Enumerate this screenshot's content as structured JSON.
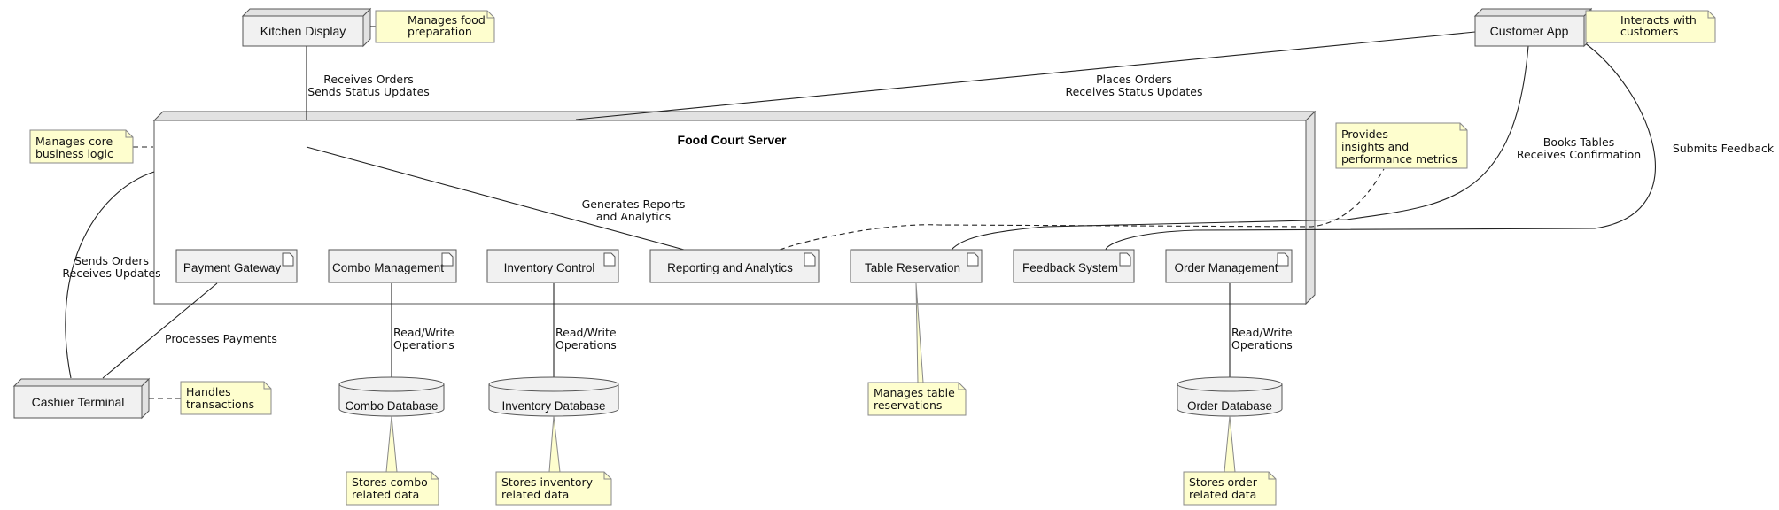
{
  "server": {
    "title": "Food Court Server"
  },
  "nodes": {
    "kitchen_display": "Kitchen Display",
    "customer_app": "Customer App",
    "cashier_terminal": "Cashier Terminal"
  },
  "components": {
    "payment_gateway": "Payment Gateway",
    "combo_management": "Combo Management",
    "inventory_control": "Inventory Control",
    "reporting_analytics": "Reporting and Analytics",
    "table_reservation": "Table Reservation",
    "feedback_system": "Feedback System",
    "order_management": "Order Management"
  },
  "databases": {
    "combo_db": "Combo Database",
    "inventory_db": "Inventory Database",
    "order_db": "Order Database"
  },
  "notes": {
    "kitchen": [
      "Manages food",
      "preparation"
    ],
    "customer": [
      "Interacts with",
      "customers"
    ],
    "server": [
      "Manages core",
      "business logic"
    ],
    "reporting": [
      "Provides",
      "insights and",
      "performance metrics"
    ],
    "cashier": [
      "Handles",
      "transactions"
    ],
    "table": [
      "Manages table",
      "reservations"
    ],
    "combo_db": [
      "Stores combo",
      "related data"
    ],
    "inventory_db": [
      "Stores inventory",
      "related data"
    ],
    "order_db": [
      "Stores order",
      "related data"
    ]
  },
  "edges": {
    "kitchen": [
      "Receives Orders",
      "Sends Status Updates"
    ],
    "customer_orders": [
      "Places Orders",
      "Receives Status Updates"
    ],
    "reports": [
      "Generates Reports",
      "and Analytics"
    ],
    "tables": [
      "Books Tables",
      "Receives Confirmation"
    ],
    "feedback": [
      "Submits Feedback"
    ],
    "cashier": [
      "Sends Orders",
      "Receives Updates"
    ],
    "payments": [
      "Processes Payments"
    ],
    "combo_rw": [
      "Read/Write",
      "Operations"
    ],
    "inventory_rw": [
      "Read/Write",
      "Operations"
    ],
    "order_rw": [
      "Read/Write",
      "Operations"
    ]
  }
}
